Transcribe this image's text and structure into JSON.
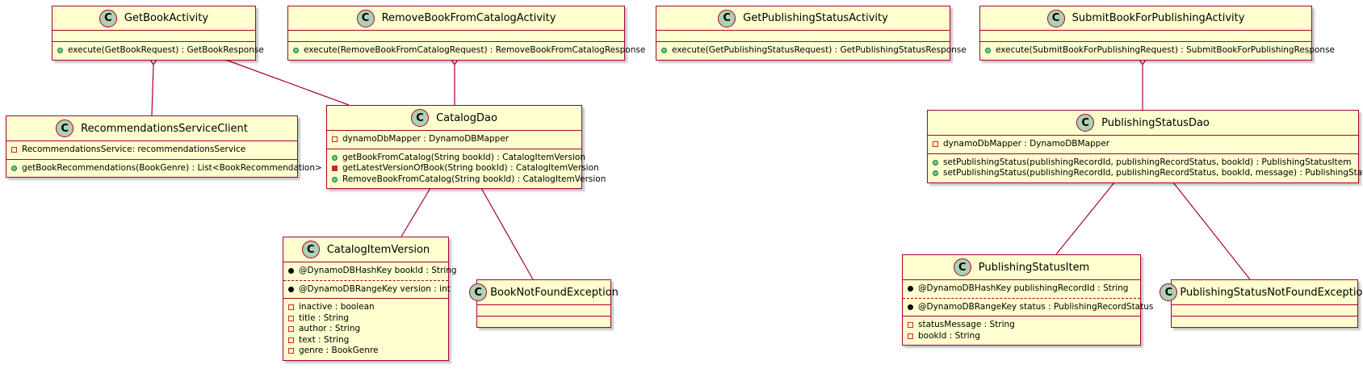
{
  "colors": {
    "border": "#a80036",
    "fill": "#fefece",
    "class_circle": "#add1b2",
    "public_method": "#84be84",
    "private_member": "#c82930"
  },
  "classes": {
    "get_book_activity": {
      "name": "GetBookActivity",
      "methods": [
        {
          "vis": "public",
          "text": "execute(GetBookRequest) : GetBookResponse"
        }
      ]
    },
    "remove_book_activity": {
      "name": "RemoveBookFromCatalogActivity",
      "methods": [
        {
          "vis": "public",
          "text": "execute(RemoveBookFromCatalogRequest) : RemoveBookFromCatalogResponse"
        }
      ]
    },
    "get_publishing_status_activity": {
      "name": "GetPublishingStatusActivity",
      "methods": [
        {
          "vis": "public",
          "text": "execute(GetPublishingStatusRequest) : GetPublishingStatusResponse"
        }
      ]
    },
    "submit_book_activity": {
      "name": "SubmitBookForPublishingActivity",
      "methods": [
        {
          "vis": "public",
          "text": "execute(SubmitBookForPublishingRequest) : SubmitBookForPublishingResponse"
        }
      ]
    },
    "recommendations_client": {
      "name": "RecommendationsServiceClient",
      "fields": [
        {
          "vis": "private",
          "text": "RecommendationsService: recommendationsService"
        }
      ],
      "methods": [
        {
          "vis": "public",
          "text": "getBookRecommendations(BookGenre) : List<BookRecommendation>"
        }
      ]
    },
    "catalog_dao": {
      "name": "CatalogDao",
      "fields": [
        {
          "vis": "private",
          "text": "dynamoDbMapper : DynamoDBMapper"
        }
      ],
      "methods": [
        {
          "vis": "public",
          "text": "getBookFromCatalog(String bookId) : CatalogItemVersion"
        },
        {
          "vis": "private-method",
          "text": "getLatestVersionOfBook(String bookId) : CatalogItemVersion"
        },
        {
          "vis": "public",
          "text": "RemoveBookFromCatalog(String bookId) : CatalogItemVersion"
        }
      ]
    },
    "publishing_status_dao": {
      "name": "PublishingStatusDao",
      "fields": [
        {
          "vis": "private",
          "text": "dynamoDbMapper : DynamoDBMapper"
        }
      ],
      "methods": [
        {
          "vis": "public",
          "text": "setPublishingStatus(publishingRecordId, publishingRecordStatus, bookId) : PublishingStatusItem"
        },
        {
          "vis": "public",
          "text": "setPublishingStatus(publishingRecordId, publishingRecordStatus, bookId, message) : PublishingStatusItem"
        }
      ]
    },
    "catalog_item_version": {
      "name": "CatalogItemVersion",
      "keys": [
        {
          "vis": "static",
          "text": "@DynamoDBHashKey bookId : String"
        },
        {
          "vis": "static",
          "text": "@DynamoDBRangeKey version : int"
        }
      ],
      "fields": [
        {
          "vis": "private",
          "text": "inactive : boolean"
        },
        {
          "vis": "private",
          "text": "title : String"
        },
        {
          "vis": "private",
          "text": "author : String"
        },
        {
          "vis": "private",
          "text": "text : String"
        },
        {
          "vis": "private",
          "text": "genre : BookGenre"
        }
      ]
    },
    "book_not_found": {
      "name": "BookNotFoundException"
    },
    "publishing_status_item": {
      "name": "PublishingStatusItem",
      "keys": [
        {
          "vis": "static",
          "text": "@DynamoDBHashKey publishingRecordId : String"
        },
        {
          "vis": "static",
          "text": "@DynamoDBRangeKey status : PublishingRecordStatus"
        }
      ],
      "fields": [
        {
          "vis": "private",
          "text": "statusMessage : String"
        },
        {
          "vis": "private",
          "text": "bookId : String"
        }
      ]
    },
    "publishing_status_not_found": {
      "name": "PublishingStatusNotFoundException"
    }
  }
}
